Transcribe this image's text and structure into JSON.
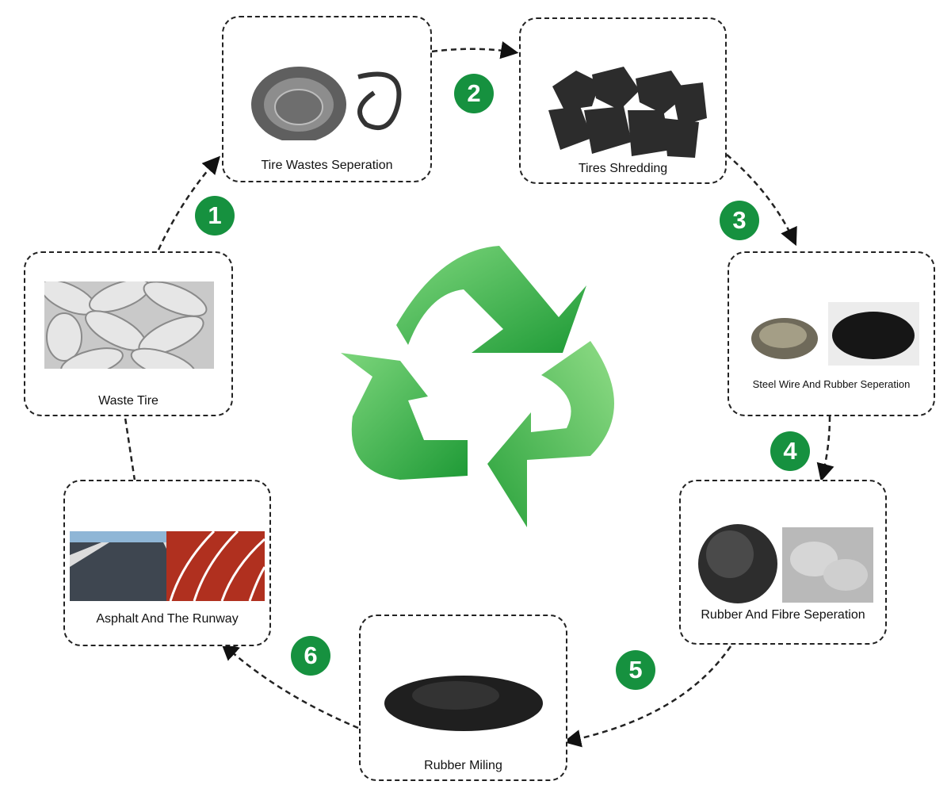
{
  "steps": [
    {
      "number": "1",
      "label": "Tire Wastes Seperation"
    },
    {
      "number": "2",
      "label": "Tires Shredding"
    },
    {
      "number": "3",
      "label": "Steel Wire And Rubber Seperation"
    },
    {
      "number": "4",
      "label": "Rubber And Fibre Seperation"
    },
    {
      "number": "5",
      "label": "Rubber Miling"
    },
    {
      "number": "6",
      "label": "Asphalt And The Runway"
    }
  ],
  "start": {
    "label": "Waste Tire"
  },
  "center_icon": "recycle-icon",
  "colors": {
    "badge": "#16913f",
    "recycle": "#3cb54a",
    "border": "#222222"
  }
}
